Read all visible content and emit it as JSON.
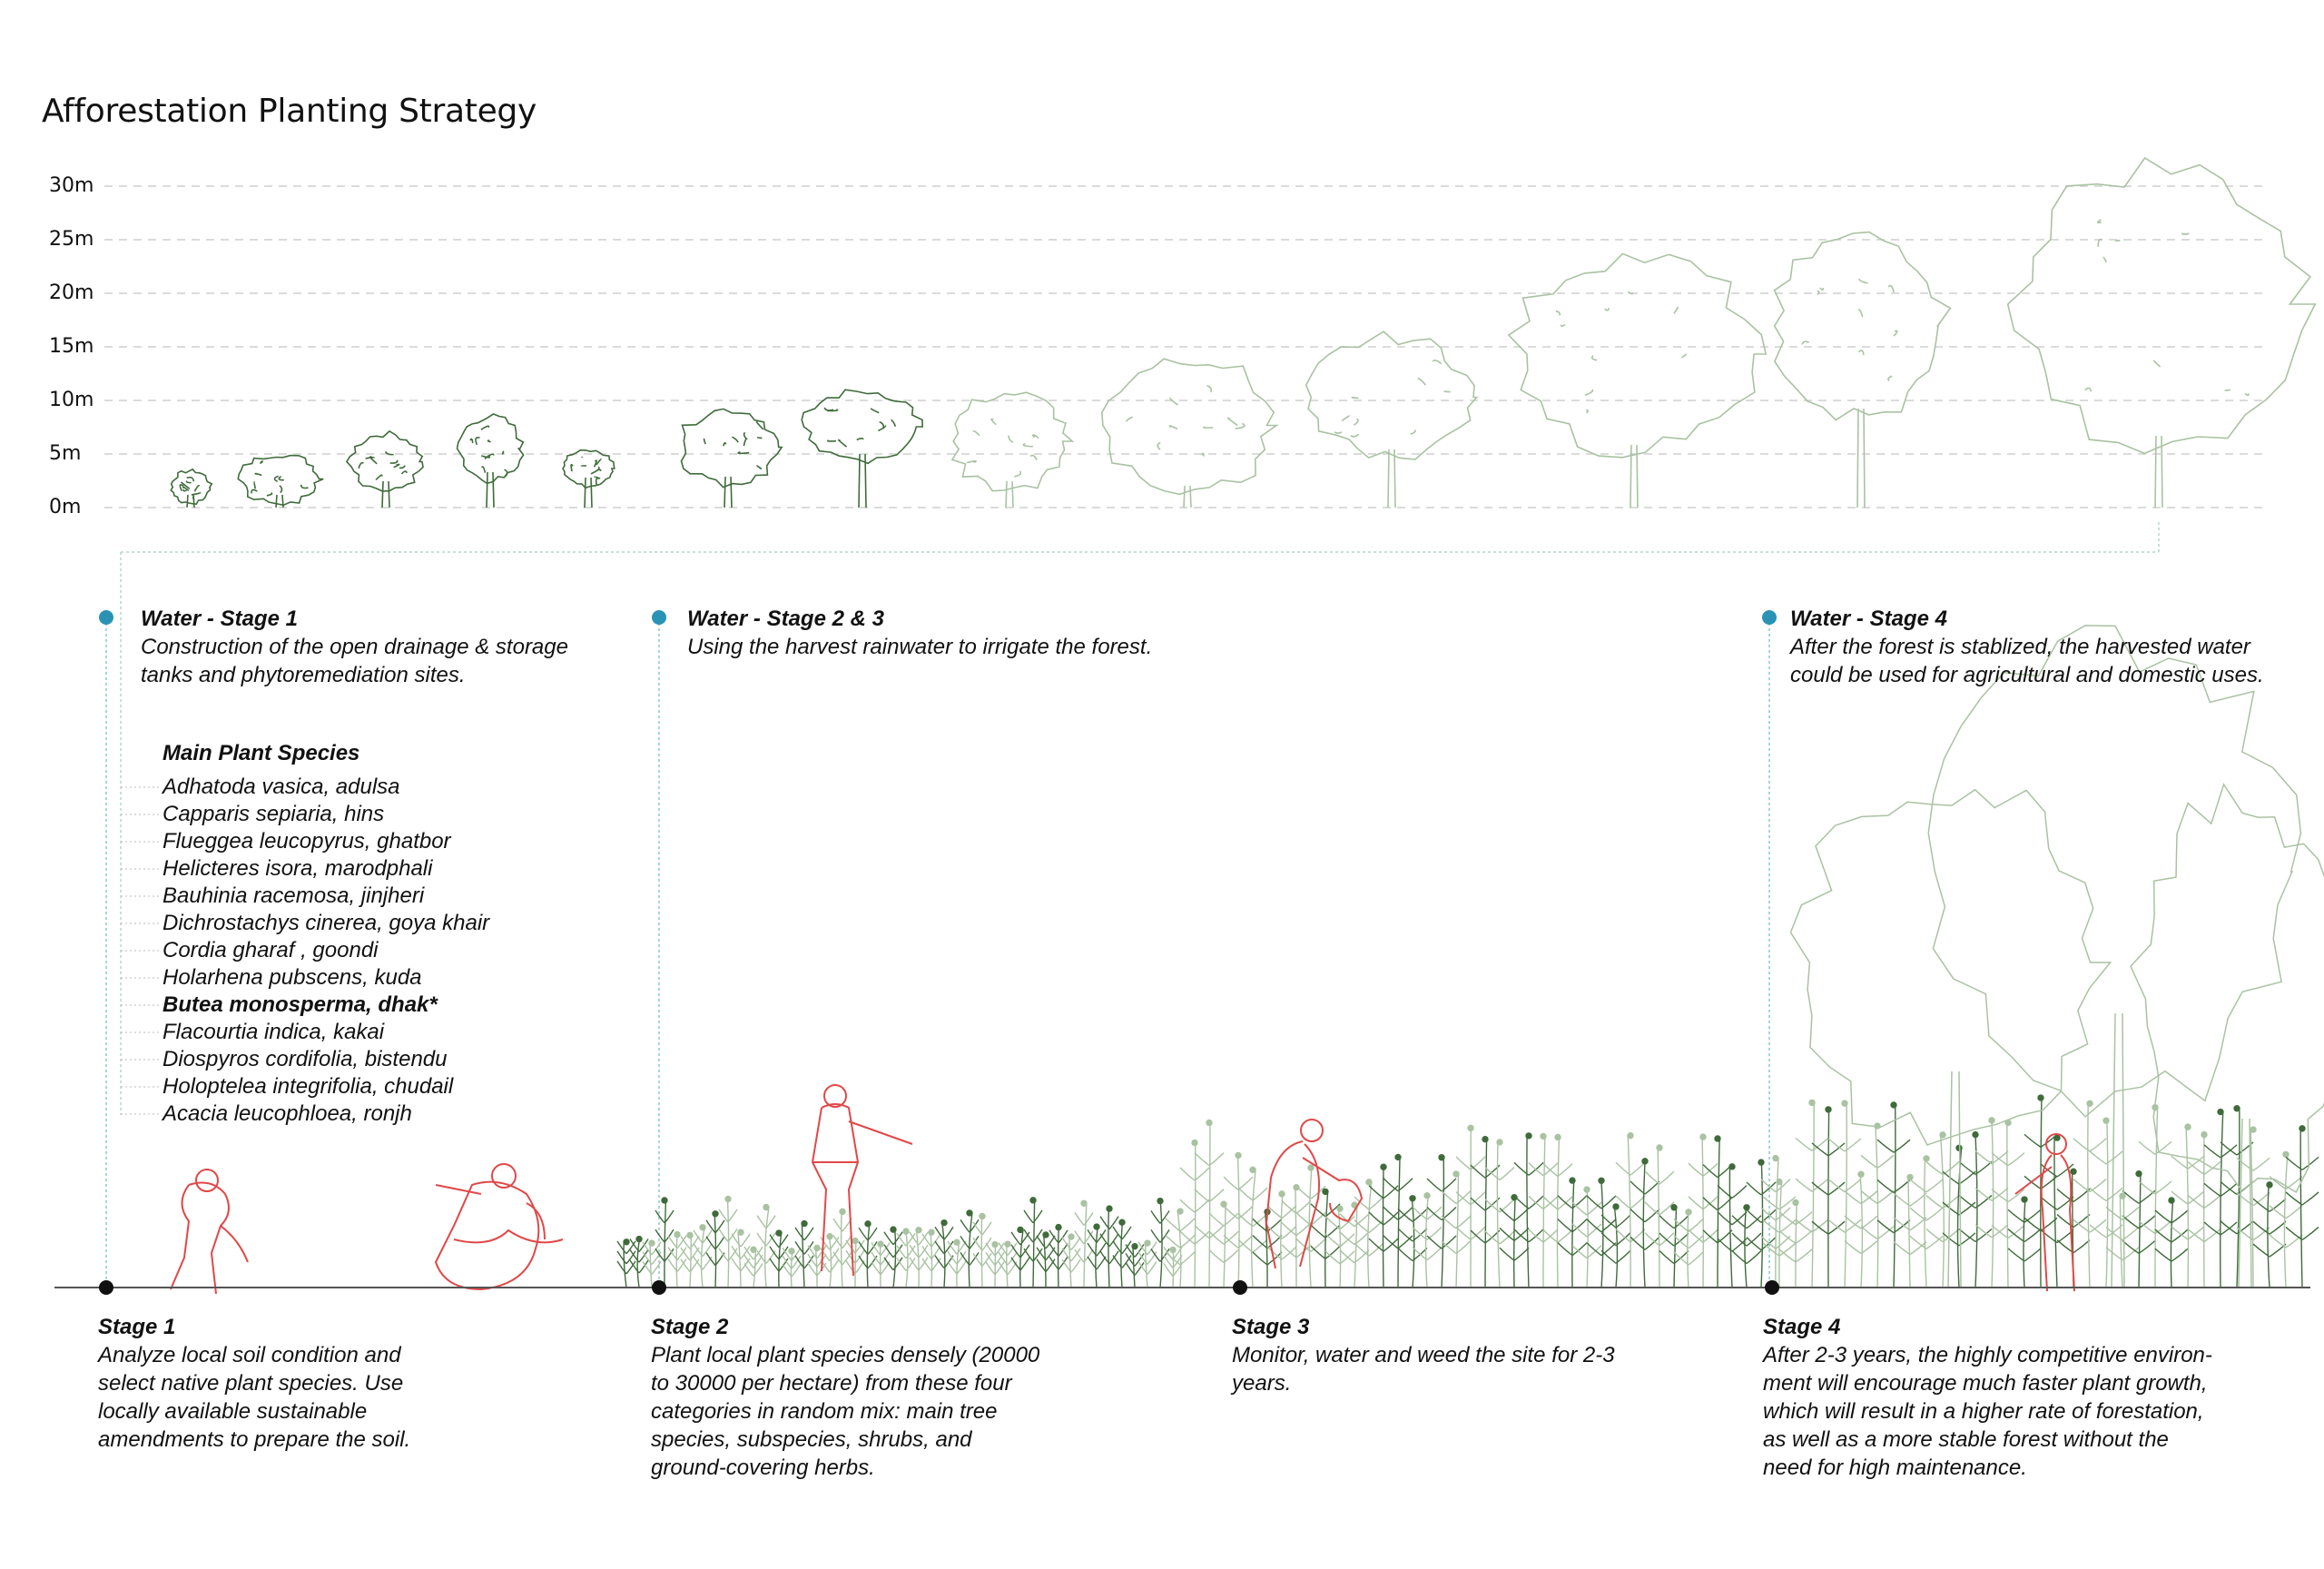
{
  "title": "Afforestation Planting Strategy",
  "height_axis": [
    "30m",
    "25m",
    "20m",
    "15m",
    "10m",
    "5m",
    "0m"
  ],
  "water": [
    {
      "title": "Water - Stage 1",
      "text": "Construction of the open drainage & storage\ntanks and phytoremediation sites."
    },
    {
      "title": "Water - Stage 2 & 3",
      "text": "Using the harvest rainwater to irrigate the forest."
    },
    {
      "title": "Water - Stage 4",
      "text": "After the forest is stablized, the harvested water\ncould be used for agricultural and domestic uses."
    }
  ],
  "species": {
    "heading": "Main Plant Species",
    "items": [
      "Adhatoda vasica, adulsa",
      "Capparis sepiaria, hins",
      "Flueggea leucopyrus, ghatbor",
      "Helicteres isora, marodphali",
      "Bauhinia racemosa, jinjheri",
      "Dichrostachys cinerea, goya khair",
      "Cordia gharaf , goondi",
      "Holarhena pubscens, kuda",
      "Butea monosperma, dhak*",
      "Flacourtia indica, kakai",
      "Diospyros cordifolia, bistendu",
      "Holoptelea integrifolia, chudail",
      "Acacia leucophloea, ronjh"
    ]
  },
  "stages": [
    {
      "title": "Stage 1",
      "text": "Analyze local soil condition and\nselect native plant species. Use\nlocally available sustainable\namendments to prepare the soil."
    },
    {
      "title": "Stage 2",
      "text": "Plant local plant species densely (20000\nto 30000 per hectare) from these four\ncategories in random mix: main tree\nspecies, subspecies, shrubs, and\nground-covering herbs."
    },
    {
      "title": "Stage 3",
      "text": "Monitor, water and weed the site for 2-3\nyears."
    },
    {
      "title": "Stage 4",
      "text": "After 2-3 years, the highly competitive environ-\nment will encourage much faster plant growth,\nwhich will result in a higher rate of forestation,\nas well as a more stable forest without the\nneed for high maintenance."
    }
  ],
  "colors": {
    "tree_dark": "#3f6b3a",
    "tree_light": "#a9c2a2",
    "figure_red": "#e04848",
    "water_dot": "#2a93b5",
    "stage_dot": "#111111"
  }
}
